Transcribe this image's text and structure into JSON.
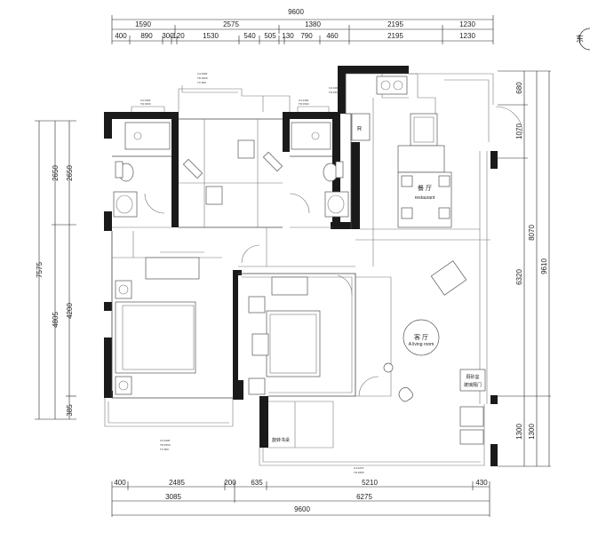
{
  "top_dimensions": {
    "overall": "9600",
    "row1": [
      "1590",
      "2575",
      "1380",
      "2195",
      "1230"
    ],
    "row2": [
      "400",
      "890",
      "300",
      "120",
      "1530",
      "540",
      "505",
      "130",
      "790",
      "460",
      "2195",
      "1230"
    ]
  },
  "bottom_dimensions": {
    "row1": [
      "400",
      "2485",
      "200",
      "635",
      "5210",
      "430"
    ],
    "row2": [
      "3085",
      "6275"
    ],
    "overall": "9600"
  },
  "left_dimensions": {
    "outer": "7575",
    "mid": [
      "2650",
      "4805"
    ],
    "inner": [
      "2650",
      "4200",
      "385"
    ]
  },
  "right_dimensions": {
    "inner": [
      "680",
      "1070",
      "6320",
      "1300"
    ],
    "mid": [
      "8070",
      "1300"
    ],
    "outer": "9610"
  },
  "compass": {
    "label": "东"
  },
  "rooms": {
    "dining": {
      "cn": "餐 厅",
      "en": "restaurant"
    },
    "living": {
      "cn": "客 厅",
      "en": "A living room"
    }
  },
  "labels": {
    "fridge": "R",
    "sliding_door": "旋转书桌",
    "balcony_door_line1": "厕砂盆",
    "balcony_door_line2": "玻璃隔门"
  },
  "window_tags": {
    "top_left": [
      "C4:1500",
      "TD:1500",
      "TC:500"
    ],
    "top_right": [
      "C4:1300",
      "TD:1500"
    ],
    "left_bath": [
      "C4:1300",
      "TD:1500"
    ],
    "right_bath": [
      "C4:1300",
      "TD:1500"
    ],
    "bottom_left": [
      "C4:1900",
      "TD:1500",
      "TC:500"
    ],
    "bottom_right": [
      "C4:2270",
      "TD:1800"
    ]
  }
}
